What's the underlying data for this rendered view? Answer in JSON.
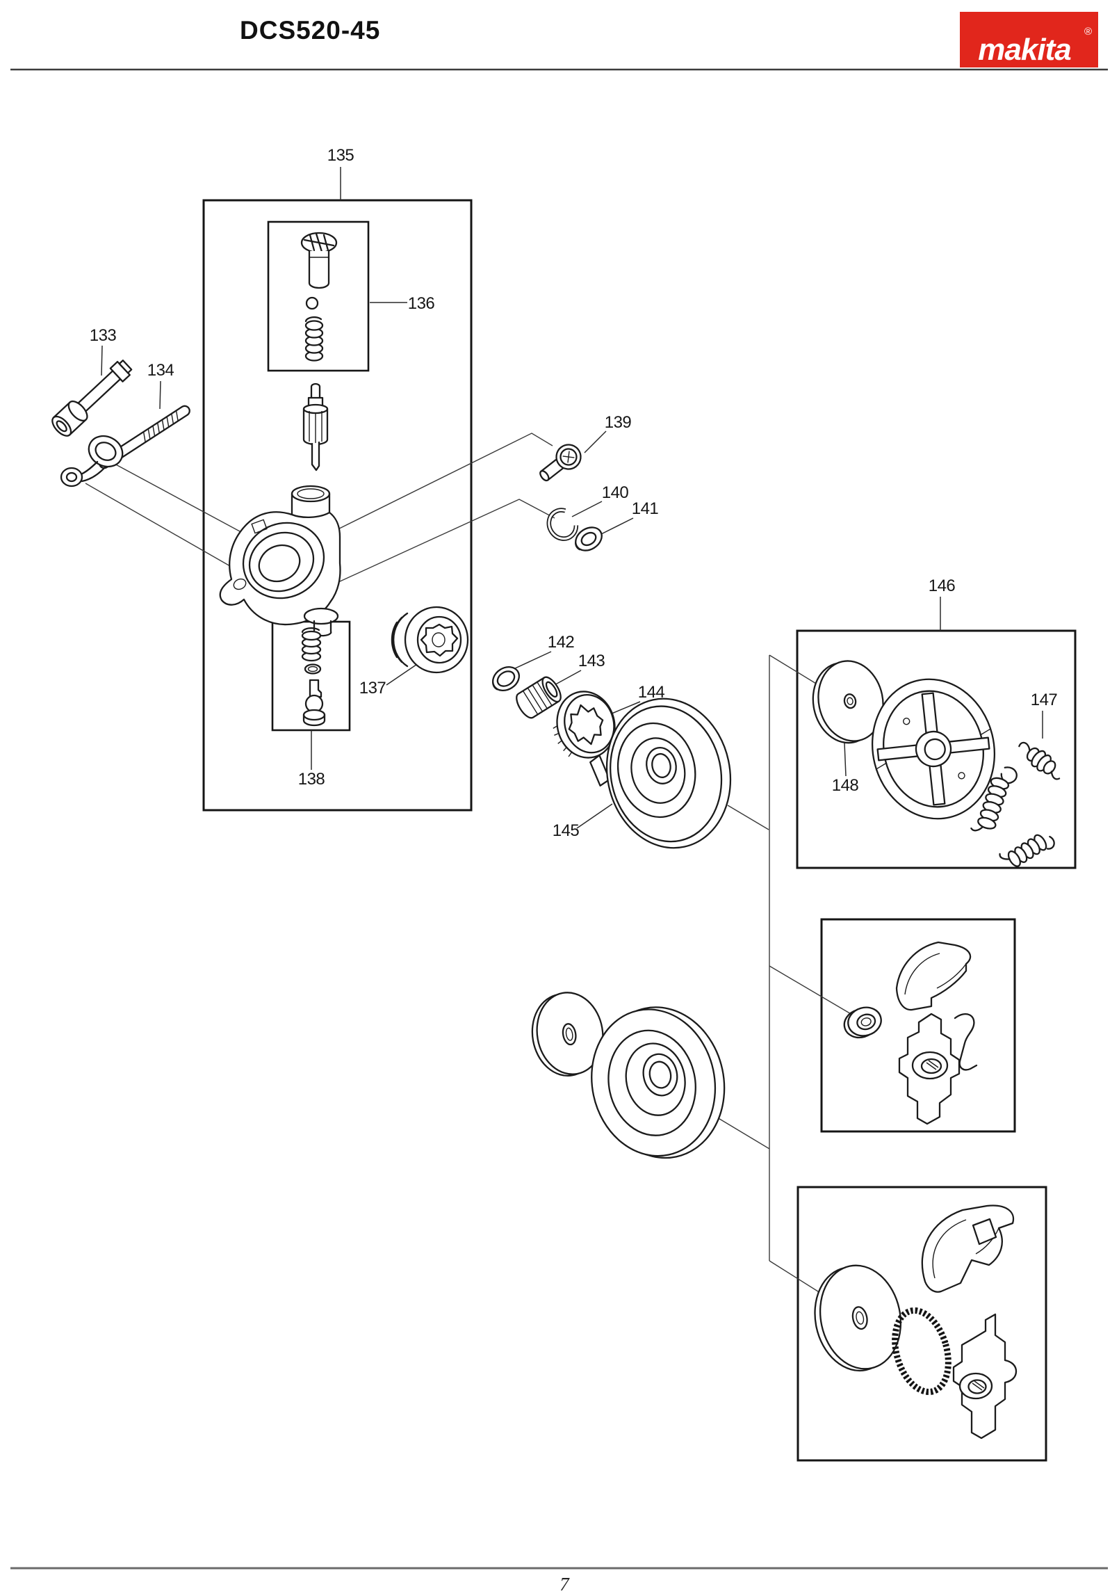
{
  "document": {
    "model": "DCS520-45",
    "page_number": "7"
  },
  "logo": {
    "brand": "makita",
    "registered": "®",
    "bg": "#e1261c",
    "fg": "#ffffff"
  },
  "diagram": {
    "labels": {
      "133": "133",
      "134": "134",
      "135": "135",
      "136": "136",
      "137": "137",
      "138": "138",
      "139": "139",
      "140": "140",
      "141": "141",
      "142": "142",
      "143": "143",
      "144": "144",
      "145": "145",
      "146": "146",
      "147": "147",
      "148": "148"
    }
  }
}
